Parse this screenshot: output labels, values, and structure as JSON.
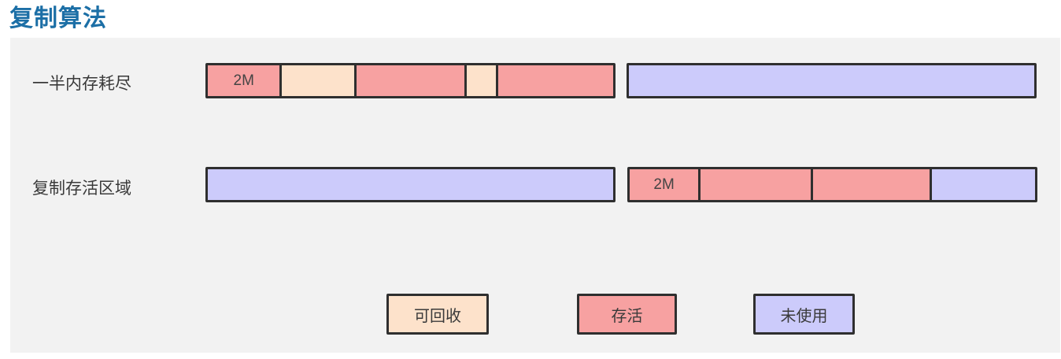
{
  "title": "复制算法",
  "colors": {
    "reclaimable": "#fde2cb",
    "alive": "#f7a1a1",
    "unused": "#cccbfb",
    "title": "#1c6fa6",
    "panel": "#f2f2f2",
    "border": "#2f2f2f"
  },
  "rows": [
    {
      "label": "一半内存耗尽",
      "left_half": [
        {
          "state": "alive",
          "size": 1,
          "label": "2M"
        },
        {
          "state": "reclaimable",
          "size": 1,
          "label": ""
        },
        {
          "state": "alive",
          "size": 1.5,
          "label": ""
        },
        {
          "state": "reclaimable",
          "size": 0.4,
          "label": ""
        },
        {
          "state": "alive",
          "size": 1.6,
          "label": ""
        }
      ],
      "right_half": [
        {
          "state": "unused",
          "size": 1,
          "label": ""
        }
      ]
    },
    {
      "label": "复制存活区域",
      "left_half": [
        {
          "state": "unused",
          "size": 1,
          "label": ""
        }
      ],
      "right_half": [
        {
          "state": "alive",
          "size": 1,
          "label": "2M"
        },
        {
          "state": "alive",
          "size": 1.6,
          "label": ""
        },
        {
          "state": "alive",
          "size": 1.7,
          "label": ""
        },
        {
          "state": "unused",
          "size": 1.5,
          "label": ""
        }
      ]
    }
  ],
  "legend": [
    {
      "state": "reclaimable",
      "label": "可回收"
    },
    {
      "state": "alive",
      "label": "存活"
    },
    {
      "state": "unused",
      "label": "未使用"
    }
  ]
}
